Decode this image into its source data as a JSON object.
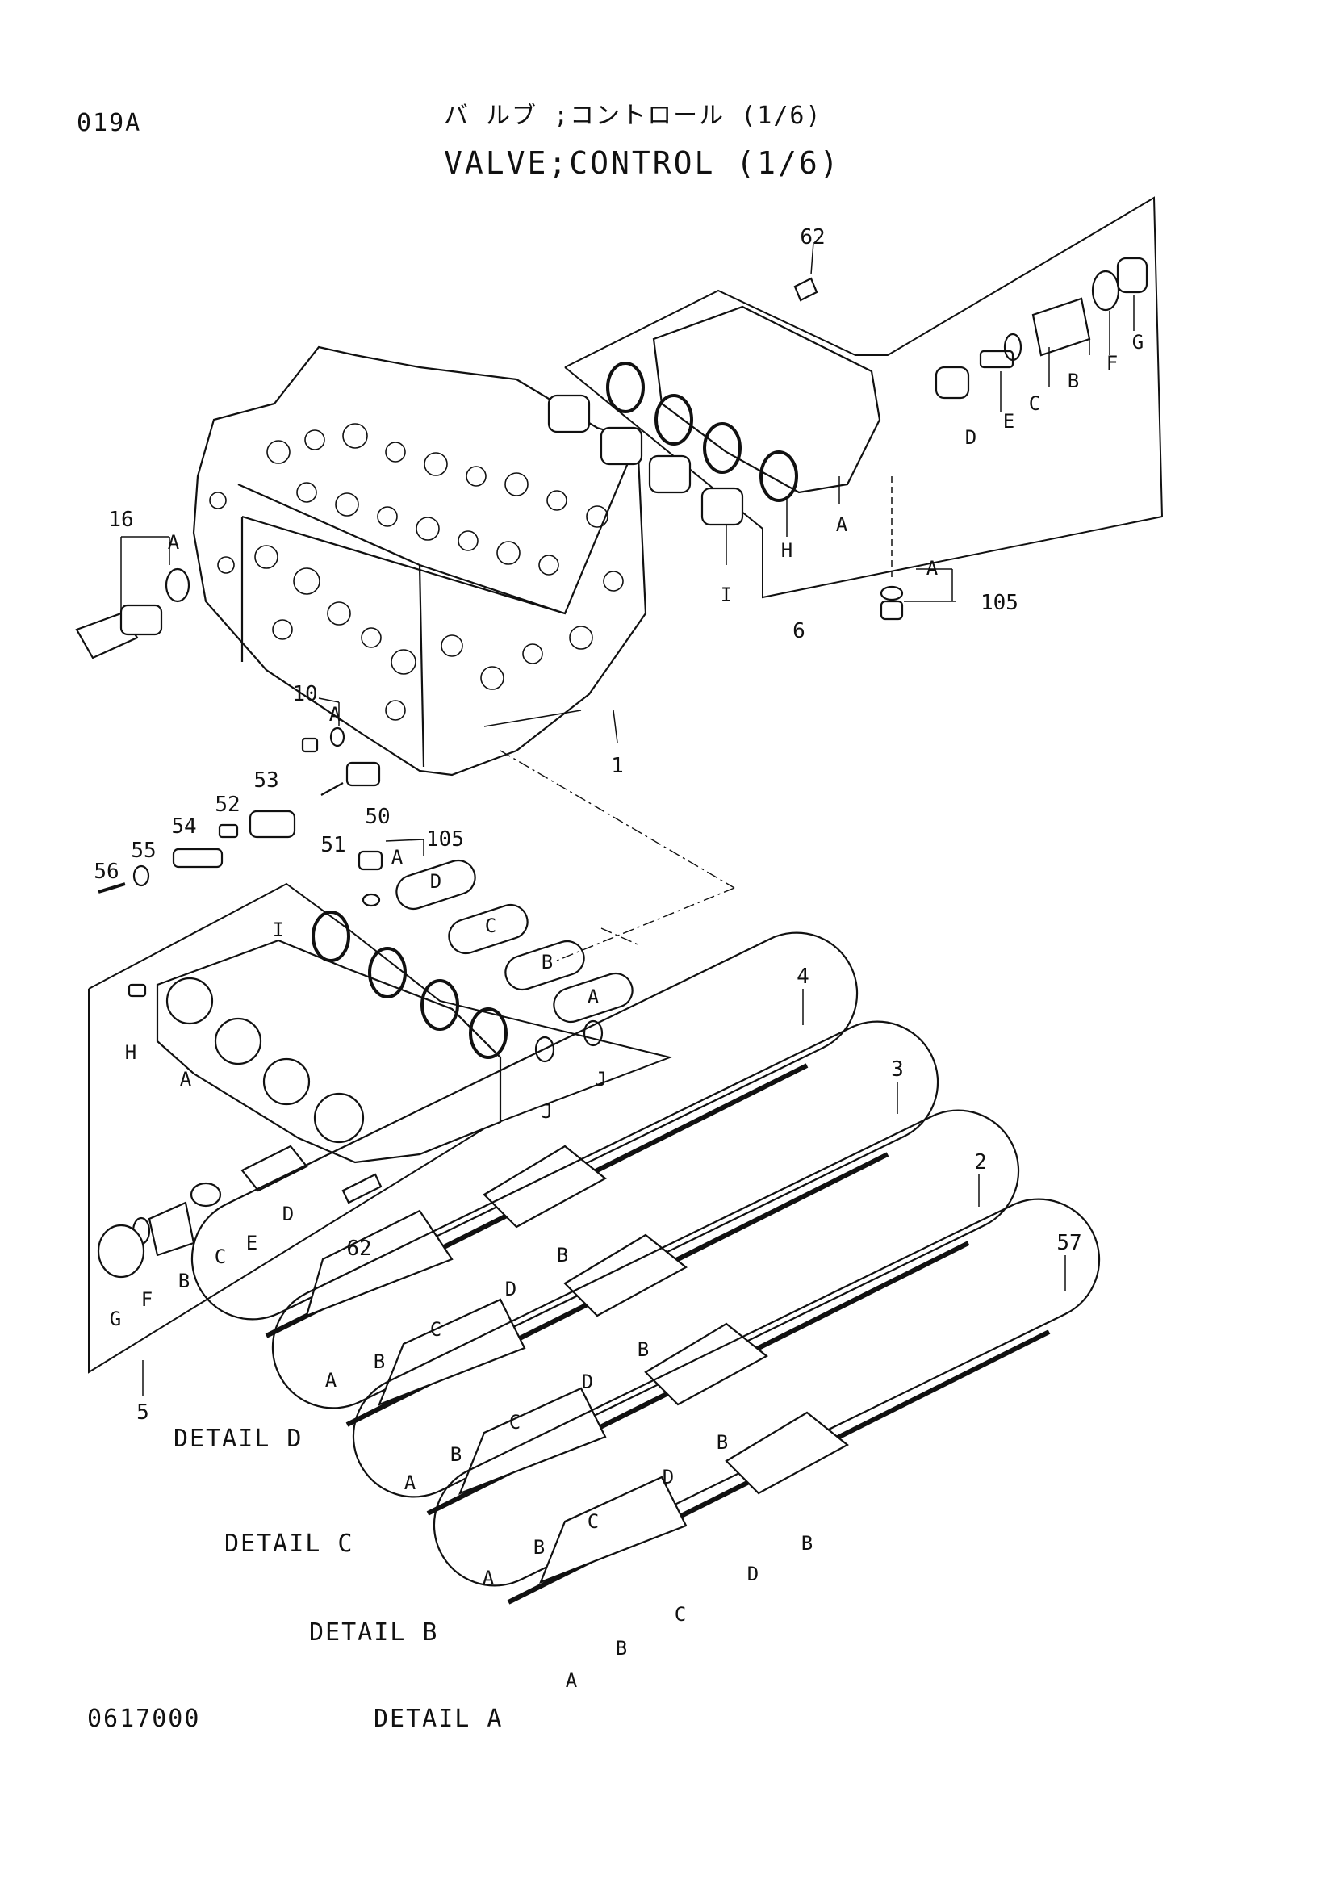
{
  "header": {
    "page_code": "019A",
    "title_jp": "バ ルブ ;コントロール (1/6)",
    "title_en": "VALVE;CONTROL (1/6)"
  },
  "footer": {
    "figure_code": "0617000"
  },
  "details": {
    "d": "DETAIL D",
    "c": "DETAIL C",
    "b": "DETAIL B",
    "a": "DETAIL A"
  },
  "callouts": {
    "c1": "1",
    "c2": "2",
    "c3": "3",
    "c4": "4",
    "c5": "5",
    "c6": "6",
    "c10": "10",
    "c16": "16",
    "c50": "50",
    "c51": "51",
    "c52": "52",
    "c53": "53",
    "c54": "54",
    "c55": "55",
    "c56": "56",
    "c57": "57",
    "c62": "62",
    "c105": "105"
  },
  "letters": {
    "A": "A",
    "B": "B",
    "C": "C",
    "D": "D",
    "E": "E",
    "F": "F",
    "G": "G",
    "H": "H",
    "I": "I",
    "J": "J"
  }
}
